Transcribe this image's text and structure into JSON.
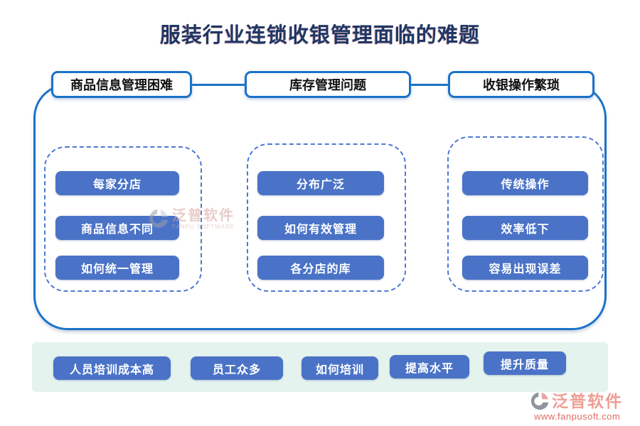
{
  "title": "服装行业连锁收银管理面临的难题",
  "columns": [
    {
      "header": "商品信息管理困难",
      "items": [
        "每家分店",
        "商品信息不同",
        "如何统一管理"
      ]
    },
    {
      "header": "库存管理问题",
      "items": [
        "分布广泛",
        "如何有效管理",
        "各分店的库"
      ]
    },
    {
      "header": "收银操作繁琐",
      "items": [
        "传统操作",
        "效率低下",
        "容易出现误差"
      ]
    }
  ],
  "bottom_row": [
    "人员培训成本高",
    "员工众多",
    "如何培训",
    "提高水平",
    "提升质量"
  ],
  "watermark": {
    "brand": "泛普软件",
    "subtitle": "FANPU SOFTWARE"
  },
  "footer": {
    "brand": "泛普软件",
    "url": "www.fanpusoft.com"
  },
  "colors": {
    "title_text": "#1e3765",
    "outline_blue": "#1b72c8",
    "chip_blue": "#4a73c7",
    "dashed_blue": "#4e79d4",
    "strip_mint": "#e5f3ee",
    "brand_salmon": "#ec9e95",
    "url_red": "#e06a62",
    "header_text": "#111111"
  }
}
